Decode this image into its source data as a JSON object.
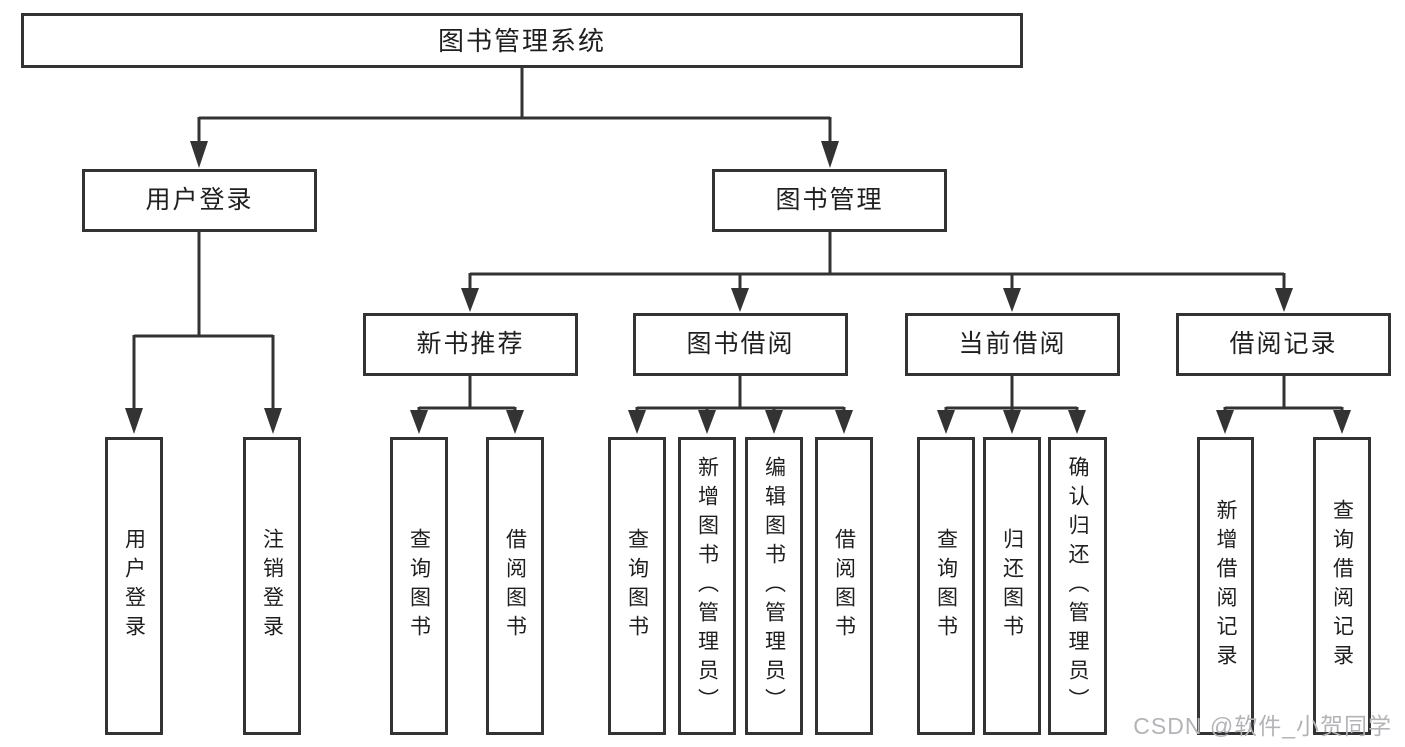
{
  "diagram": {
    "type": "hierarchy-tree",
    "colors": {
      "line": "#333333",
      "box_border": "#333333",
      "box_fill": "#ffffff",
      "text": "#1f1f1f",
      "watermark": "#b4b4b8",
      "background": "#ffffff"
    },
    "tree": {
      "root": {
        "label": "图书管理系统"
      },
      "level2": [
        {
          "label": "用户登录"
        },
        {
          "label": "图书管理"
        }
      ],
      "level3": [
        {
          "label": "新书推荐",
          "parent": "图书管理"
        },
        {
          "label": "图书借阅",
          "parent": "图书管理"
        },
        {
          "label": "当前借阅",
          "parent": "图书管理"
        },
        {
          "label": "借阅记录",
          "parent": "图书管理"
        }
      ],
      "leaves": {
        "user_login": [
          "用户登录",
          "注销登录"
        ],
        "new_book": [
          "查询图书",
          "借阅图书"
        ],
        "book_borrow": [
          "查询图书",
          "新增图书（管理员）",
          "编辑图书（管理员）",
          "借阅图书"
        ],
        "current_borrow": [
          "查询图书",
          "归还图书",
          "确认归还（管理员）"
        ],
        "borrow_record": [
          "新增借阅记录",
          "查询借阅记录"
        ]
      }
    },
    "watermark": "CSDN @软件_小贺同学"
  }
}
